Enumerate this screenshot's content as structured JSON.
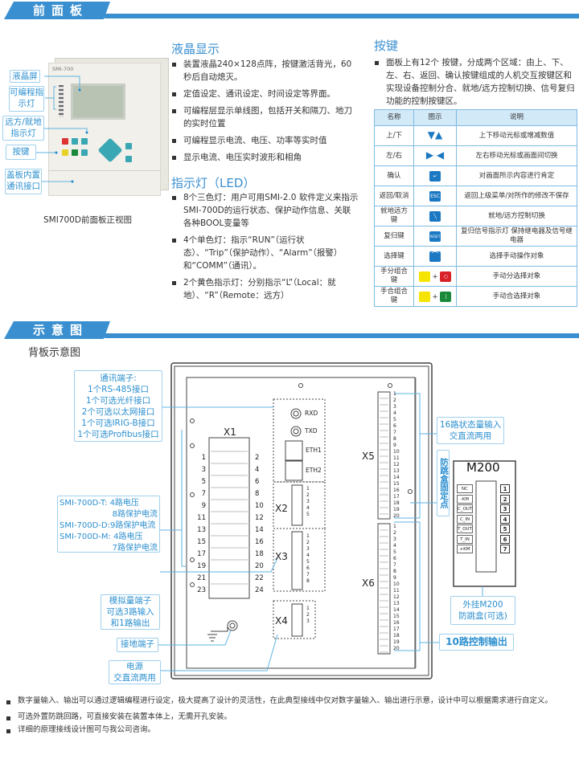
{
  "section1": {
    "title": "前面板"
  },
  "front": {
    "labels": [
      "液晶屏",
      "可编程指示灯",
      "远方/就地指示灯",
      "按键",
      "盖板内置通讯接口"
    ],
    "device_brand": "SMI-700",
    "caption": "SMI700D前面板正视图"
  },
  "lcd": {
    "title": "液晶显示",
    "bullets": [
      "装置液晶240×128点阵，按键激活背光，60秒后自动熄灭。",
      "定值设定、通讯设定、时间设定等界面。",
      "可编程层显示单线图，包括开关和隔刀、地刀的实时位置",
      "可编程显示电流、电压、功率等实时值",
      "显示电流、电压实时波形和相角"
    ]
  },
  "led": {
    "title": "指示灯（LED）",
    "bullets": [
      "8个三色灯：用户可用SMI-2.0 软件定义来指示SMI-700D的运行状态、保护动作信息、关联各种BOOL变量等",
      "4个单色灯：指示“RUN”（运行状态）、“Trip”（保护动作）、“Alarm”（报警）和“COMM”（通讯）。",
      "2个黄色指示灯：分别指示“L”（Local：就地）、“R”（Remote：远方）"
    ]
  },
  "keys": {
    "title": "按键",
    "bullet": "面板上有12个 按键，分成两个区域：由上、下、左、右、返回、确认按键组成的人机交互按键区和实现设备控制分合、就地/远方控制切换、信号复归功能的控制按键区。",
    "headers": [
      "名称",
      "图示",
      "说明"
    ],
    "rows": [
      {
        "name": "上/下",
        "icon": "up-down-arrows",
        "desc": "上下移动光标或增减数值"
      },
      {
        "name": "左/右",
        "icon": "left-right-arrows",
        "desc": "左右移动光标或画面间切换"
      },
      {
        "name": "确认",
        "icon": "enter-key",
        "desc": "对画面所示内容进行肯定"
      },
      {
        "name": "返回/取消",
        "icon": "esc-key",
        "desc": "返回上级菜单/对所作的修改不保存",
        "icon_text": "ESC"
      },
      {
        "name": "就地远方键",
        "icon": "local-remote-key",
        "desc": "就地/远方控制切换"
      },
      {
        "name": "复归键",
        "icon": "reset-key",
        "desc": "复归信号指示灯 保持继电器及信号继电器",
        "icon_text": "RESET"
      },
      {
        "name": "选择键",
        "icon": "select-key",
        "desc": "选择手动操作对象"
      },
      {
        "name": "手分组合键",
        "icon": "yellow-plus-red",
        "desc": "手动分选择对象"
      },
      {
        "name": "手合组合键",
        "icon": "yellow-plus-green",
        "desc": "手动合选择对象"
      }
    ],
    "plus": "+"
  },
  "section2": {
    "title": "示意图",
    "subtitle": "背板示意图"
  },
  "diagram": {
    "comm": [
      "通讯端子:",
      "1个RS-485接口",
      "1个可选光纤接口",
      "2个可选以太网接口",
      "1个可选IRIG-B接口",
      "1个可选Profibus接口"
    ],
    "models": [
      "SMI-700D-T: 4路电压",
      "8路保护电流",
      "SMI-700D-D:9路保护电流",
      "SMI-700D-M: 4路电压",
      "7路保护电流"
    ],
    "analog": [
      "模拟量端子",
      "可选3路输入",
      "和1路输出"
    ],
    "ground": "接地端子",
    "power": [
      "电源",
      "交直流两用"
    ],
    "status_in": [
      "16路状态量输入",
      "交直流两用"
    ],
    "fix_point": "防跳盒固定点",
    "m200_ext": [
      "外挂M200",
      "防跳盒(可选)"
    ],
    "ctrl_out": "10路控制输出",
    "x1": "X1",
    "x2": "X2",
    "x3": "X3",
    "x4": "X4",
    "x5": "X5",
    "x6": "X6",
    "rxd": "RXD",
    "txd": "TXD",
    "eth1": "ETH1",
    "eth2": "ETH2",
    "x1_left": [
      "1",
      "3",
      "5",
      "7",
      "9",
      "11",
      "13",
      "15",
      "17",
      "19",
      "21",
      "23"
    ],
    "x1_right": [
      "2",
      "4",
      "6",
      "8",
      "10",
      "12",
      "14",
      "16",
      "18",
      "20",
      "22",
      "24"
    ],
    "x2_pins": [
      "1",
      "2",
      "3",
      "4",
      "5"
    ],
    "x3_pins": [
      "1",
      "2",
      "3",
      "4",
      "5",
      "6",
      "7",
      "8"
    ],
    "x4_pins": [
      "1",
      "2",
      "3"
    ],
    "x5_pins": [
      "1",
      "2",
      "3",
      "4",
      "5",
      "6",
      "7",
      "8",
      "9",
      "10",
      "11",
      "12",
      "13",
      "14",
      "15",
      "16",
      "17",
      "18",
      "19",
      "20"
    ],
    "x6_pins": [
      "1",
      "2",
      "3",
      "4",
      "5",
      "6",
      "7",
      "8",
      "9",
      "10",
      "11",
      "12",
      "13",
      "14",
      "15",
      "16",
      "17",
      "18",
      "19",
      "20"
    ],
    "m200": {
      "title": "M200",
      "signals": [
        "NC",
        "-KM",
        "C_OUT",
        "C_IN",
        "T_OUT",
        "T_IN",
        "+KM"
      ],
      "pins": [
        "1",
        "2",
        "3",
        "4",
        "5",
        "6",
        "7"
      ]
    }
  },
  "notes": [
    "数字量输入、输出可以通过逻辑编程进行设定，极大提高了设计的灵活性，在此典型接线中仅对数字量输入、输出进行示意，设计中可以根据需求进行自定义。",
    "可选外置防跳回路，可直接安装在装置本体上，无需开孔安装。",
    "详细的原理接线设计图可与我公司咨询。"
  ],
  "colors": {
    "accent": "#3a8fd0",
    "label": "#2c8fcf",
    "key_blue": "#1b78c2"
  }
}
